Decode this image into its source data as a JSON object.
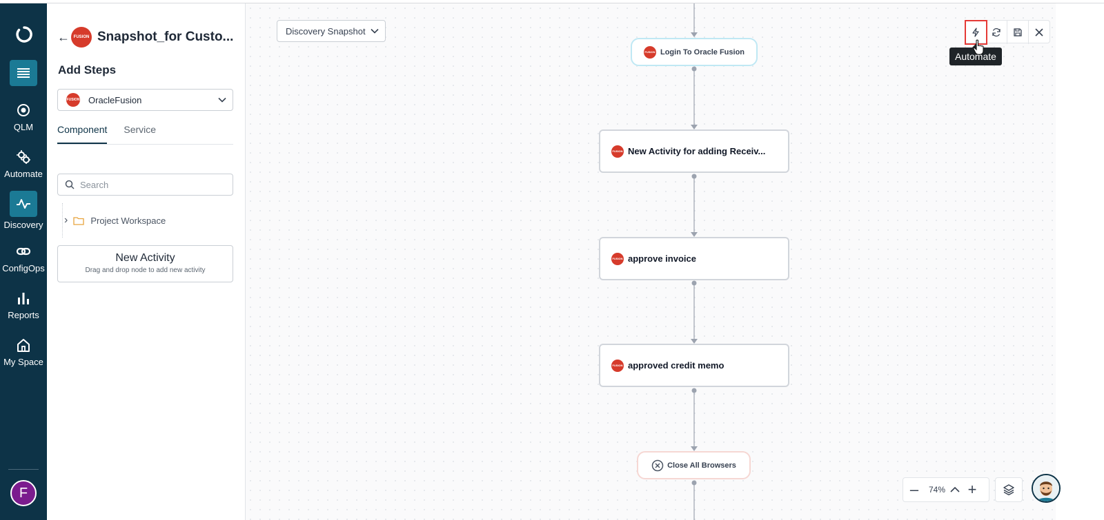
{
  "rail": {
    "items": [
      {
        "label": "QLM",
        "icon": "target-icon"
      },
      {
        "label": "Automate",
        "icon": "gears-icon"
      },
      {
        "label": "Discovery",
        "icon": "pulse-icon"
      },
      {
        "label": "ConfigOps",
        "icon": "link-icon"
      },
      {
        "label": "Reports",
        "icon": "bar-chart-icon"
      },
      {
        "label": "My Space",
        "icon": "home-icon"
      }
    ],
    "active": "Discovery",
    "user_initial": "F"
  },
  "panel": {
    "title": "Snapshot_for Custo...",
    "add_steps_label": "Add Steps",
    "app_select": "OracleFusion",
    "logo_text": "FUSION",
    "tabs": [
      "Component",
      "Service"
    ],
    "active_tab": "Component",
    "search_placeholder": "Search",
    "tree_folder": "Project Workspace",
    "new_activity_title": "New Activity",
    "new_activity_hint": "Drag and drop node to add new activity"
  },
  "canvas": {
    "view_select": "Discovery Snapshot",
    "nodes": [
      {
        "label": "Login To Oracle Fusion",
        "kind": "start"
      },
      {
        "label": "New Activity for adding Receiv...",
        "kind": "activity"
      },
      {
        "label": "approve invoice",
        "kind": "activity"
      },
      {
        "label": "approved credit memo",
        "kind": "activity"
      },
      {
        "label": "Close All Browsers",
        "kind": "end"
      }
    ],
    "toolbar": {
      "tools": [
        "automate-icon",
        "refresh-icon",
        "save-icon",
        "close-icon"
      ],
      "tooltip": "Automate"
    },
    "zoom": {
      "value": "74%"
    }
  },
  "colors": {
    "rail_bg": "#0d3347",
    "accent": "#1b7a95",
    "fusion_red": "#d63b2b",
    "highlight": "#e53935"
  }
}
